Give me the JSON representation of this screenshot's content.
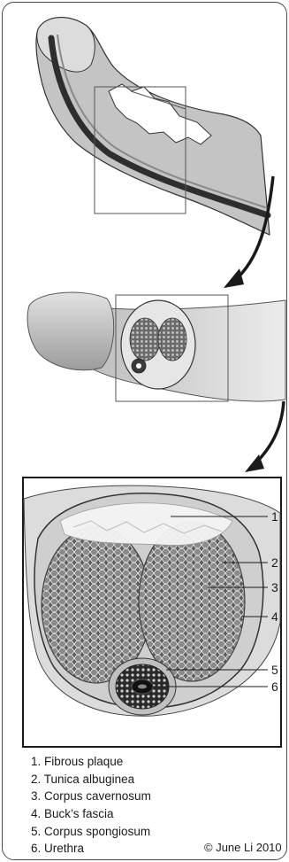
{
  "legend": {
    "items": [
      "1. Fibrous plaque",
      "2. Tunica albuginea",
      "3. Corpus cavernosum",
      "4. Buck’s fascia",
      "5. Corpus spongiosum",
      "6. Urethra"
    ]
  },
  "callouts": [
    "1",
    "2",
    "3",
    "4",
    "5",
    "6"
  ],
  "copyright": "© June Li 2010"
}
